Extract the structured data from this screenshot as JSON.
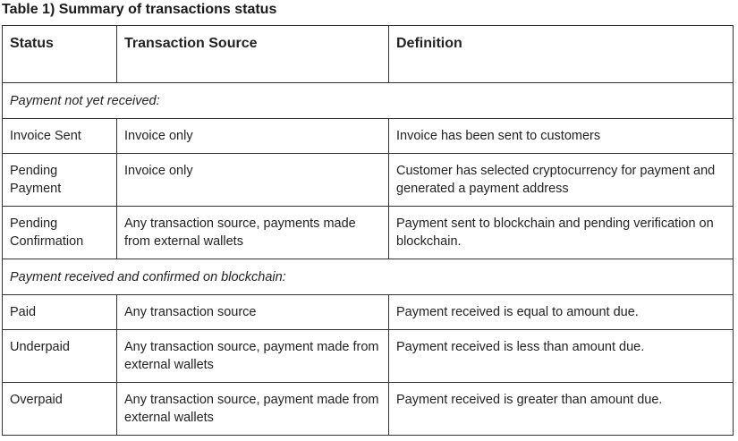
{
  "caption": "Table 1) Summary of transactions status",
  "headers": [
    "Status",
    "Transaction Source",
    "Definition"
  ],
  "groups": [
    {
      "label": "Payment not yet received:",
      "rows": [
        [
          "Invoice Sent",
          "Invoice only",
          "Invoice has been sent to customers"
        ],
        [
          "Pending Payment",
          "Invoice only",
          "Customer has selected cryptocurrency for payment and generated a payment address"
        ],
        [
          "Pending Confirmation",
          "Any transaction source, payments made from external wallets",
          "Payment sent to blockchain and pending verification on blockchain."
        ]
      ]
    },
    {
      "label": "Payment received and confirmed on blockchain:",
      "rows": [
        [
          "Paid",
          "Any transaction source",
          "Payment received is equal to amount due."
        ],
        [
          "Underpaid",
          "Any transaction source, payment made from external wallets",
          "Payment received is less than amount due."
        ],
        [
          "Overpaid",
          "Any transaction source, payment made from external wallets",
          "Payment received is greater than amount due."
        ]
      ]
    }
  ]
}
